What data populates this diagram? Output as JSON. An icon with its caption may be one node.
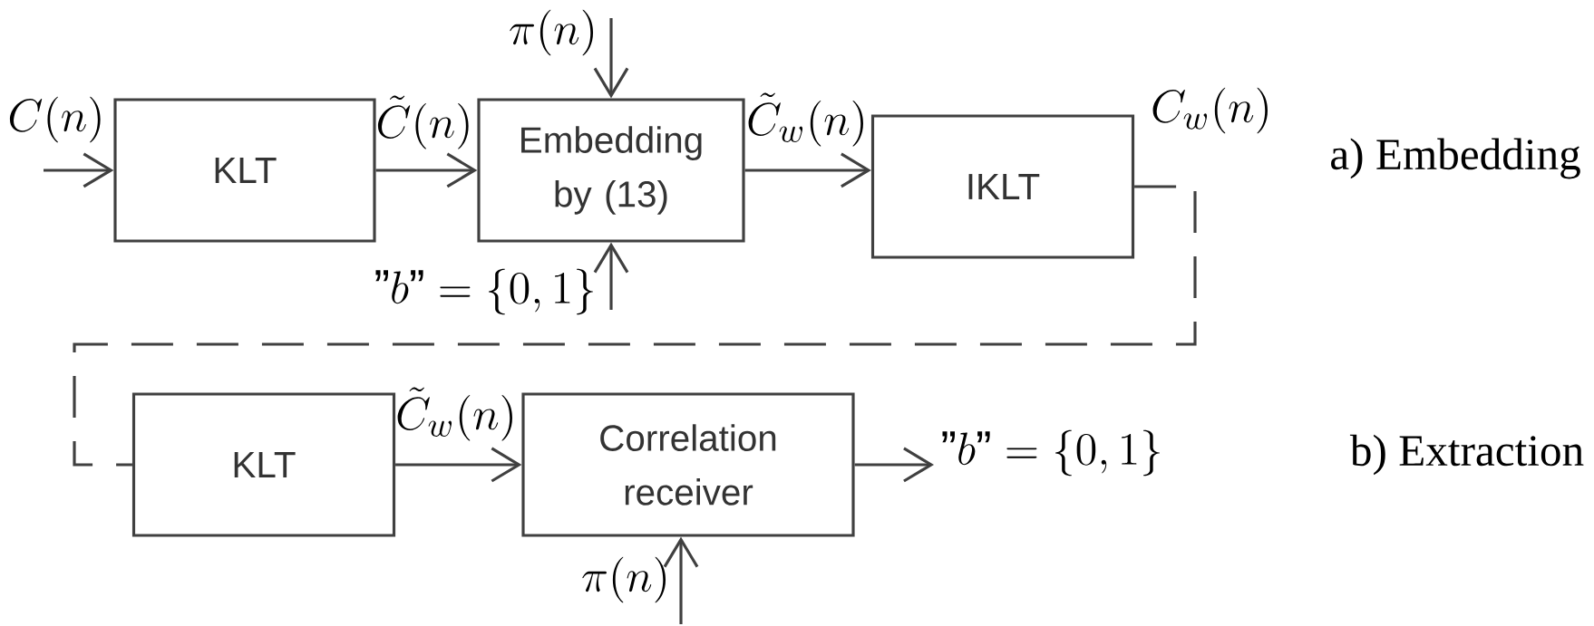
{
  "diagram": {
    "nodes": [
      {
        "text": [
          "KLT"
        ]
      },
      {
        "text": [
          "Embedding by (13)"
        ]
      },
      {
        "text": [
          "IKLT"
        ]
      },
      {
        "text": [
          "KLT"
        ]
      },
      {
        "text": [
          "Correlation receiver"
        ]
      }
    ],
    "edges": [
      {
        "from": null,
        "to": 0,
        "arrow": "to",
        "label": "C(n)"
      },
      {
        "from": 0,
        "to": 1,
        "arrow": "to",
        "label": "\\tilde{C}(n)"
      },
      {
        "from": null,
        "to": 1,
        "arrow": "to",
        "label": "\\pi(n)"
      },
      {
        "from": null,
        "to": 1,
        "arrow": "to",
        "label": "\\text{\"}b\\text{\"}=\\{0,1\\}"
      },
      {
        "from": 1,
        "to": 2,
        "arrow": "to",
        "label": "\\tilde{C}_w(n)"
      },
      {
        "from": 2,
        "to": 3,
        "arrow": "none",
        "label": "C_w(n)",
        "style": "dashed"
      },
      {
        "from": 3,
        "to": 4,
        "arrow": "to",
        "label": "\\tilde{C}_w(n)"
      },
      {
        "from": 4,
        "to": null,
        "arrow": "to",
        "label": "\\text{\"}b\\text{\"}=\\{0,1\\}"
      },
      {
        "from": null,
        "to": 4,
        "arrow": "to",
        "label": "\\pi(n)"
      }
    ],
    "labels": [
      "a) Embedding",
      "b) Extraction"
    ]
  }
}
